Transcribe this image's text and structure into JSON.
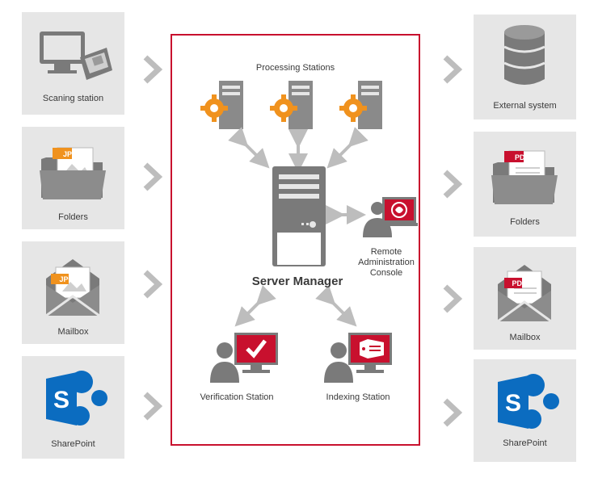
{
  "inputs": [
    {
      "label": "Scaning station"
    },
    {
      "label": "Folders",
      "badge": "JPG"
    },
    {
      "label": "Mailbox",
      "badge": "JPG"
    },
    {
      "label": "SharePoint"
    }
  ],
  "outputs": [
    {
      "label": "External system"
    },
    {
      "label": "Folders",
      "badge": "PDF"
    },
    {
      "label": "Mailbox",
      "badge": "PDF"
    },
    {
      "label": "SharePoint"
    }
  ],
  "center": {
    "processing_label": "Processing Stations",
    "server_label": "Server Manager",
    "remote_line1": "Remote",
    "remote_line2": "Administration",
    "remote_line3": "Console",
    "verification_label": "Verification Station",
    "indexing_label": "Indexing Station"
  },
  "colors": {
    "accent_red": "#c8102e",
    "gear_orange": "#f0921e",
    "sharepoint_blue": "#0b6cc0",
    "icon_gray": "#7a7a7a",
    "tile_bg": "#e6e6e6",
    "arrow_gray": "#bdbdbd"
  }
}
